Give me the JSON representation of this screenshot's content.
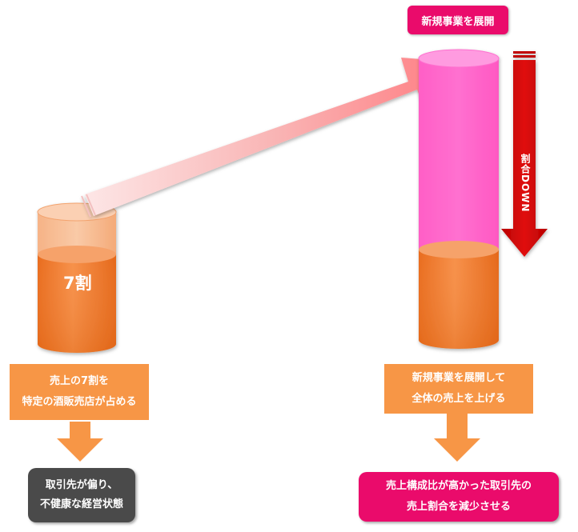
{
  "left": {
    "percent_label": "7割",
    "caption_lines": [
      "売上の7割を",
      "特定の酒販売店が占める"
    ],
    "result_lines": [
      "取引先が偏り、",
      "不健康な経営状態"
    ]
  },
  "right": {
    "top_badge": "新規事業を展開",
    "down_label": "割合DOWN",
    "caption_lines": [
      "新規事業を展開して",
      "全体の売上を上げる"
    ],
    "result_lines": [
      "売上構成比が高かった取引先の",
      "売上割合を減少させる"
    ]
  },
  "colors": {
    "orange": "#f79646",
    "cylinder_orange": "#ec7a2a",
    "pink_cylinder": "#ff66cc",
    "magenta": "#ea0b6b",
    "red_arrow": "#d40000",
    "dark_box": "#4a4a4a"
  }
}
